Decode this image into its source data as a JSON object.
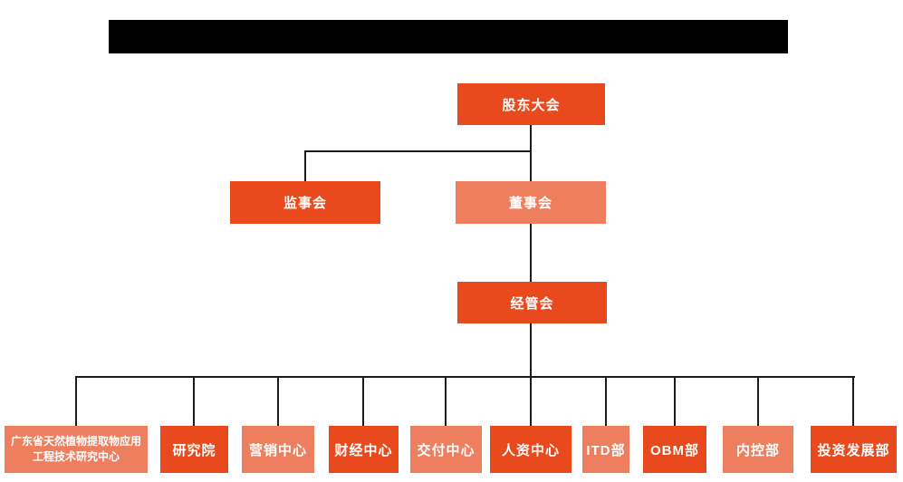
{
  "colors": {
    "dark": "#E8491D",
    "light": "#ED7F5E",
    "line": "#1b1b1b",
    "redacted": "#000000"
  },
  "title_bar": {
    "style": "redacted-black-rectangle",
    "text": ""
  },
  "org": {
    "type": "org-chart",
    "nodes": [
      {
        "id": "shareholders-meeting",
        "label": "股东大会",
        "level": 1,
        "variant": "dark",
        "parent": null
      },
      {
        "id": "supervisory-board",
        "label": "监事会",
        "level": 2,
        "variant": "dark",
        "parent": "shareholders-meeting"
      },
      {
        "id": "board-of-directors",
        "label": "董事会",
        "level": 2,
        "variant": "light",
        "parent": "shareholders-meeting"
      },
      {
        "id": "management-committee",
        "label": "经管会",
        "level": 3,
        "variant": "dark",
        "parent": "board-of-directors"
      },
      {
        "id": "research-center",
        "label": "广东省天然植物提取物应用工程技术研究中心",
        "level": 4,
        "variant": "light",
        "parent": "management-committee"
      },
      {
        "id": "research-institute",
        "label": "研究院",
        "level": 4,
        "variant": "dark",
        "parent": "management-committee"
      },
      {
        "id": "marketing-center",
        "label": "营销中心",
        "level": 4,
        "variant": "light",
        "parent": "management-committee"
      },
      {
        "id": "finance-center",
        "label": "财经中心",
        "level": 4,
        "variant": "dark",
        "parent": "management-committee"
      },
      {
        "id": "delivery-center",
        "label": "交付中心",
        "level": 4,
        "variant": "light",
        "parent": "management-committee"
      },
      {
        "id": "hr-center",
        "label": "人资中心",
        "level": 4,
        "variant": "dark",
        "parent": "management-committee"
      },
      {
        "id": "itd-department",
        "label": "ITD部",
        "level": 4,
        "variant": "light",
        "parent": "management-committee"
      },
      {
        "id": "obm-department",
        "label": "OBM部",
        "level": 4,
        "variant": "dark",
        "parent": "management-committee"
      },
      {
        "id": "internal-control-department",
        "label": "内控部",
        "level": 4,
        "variant": "light",
        "parent": "management-committee"
      },
      {
        "id": "investment-development-department",
        "label": "投资发展部",
        "level": 4,
        "variant": "dark",
        "parent": "management-committee"
      }
    ]
  }
}
